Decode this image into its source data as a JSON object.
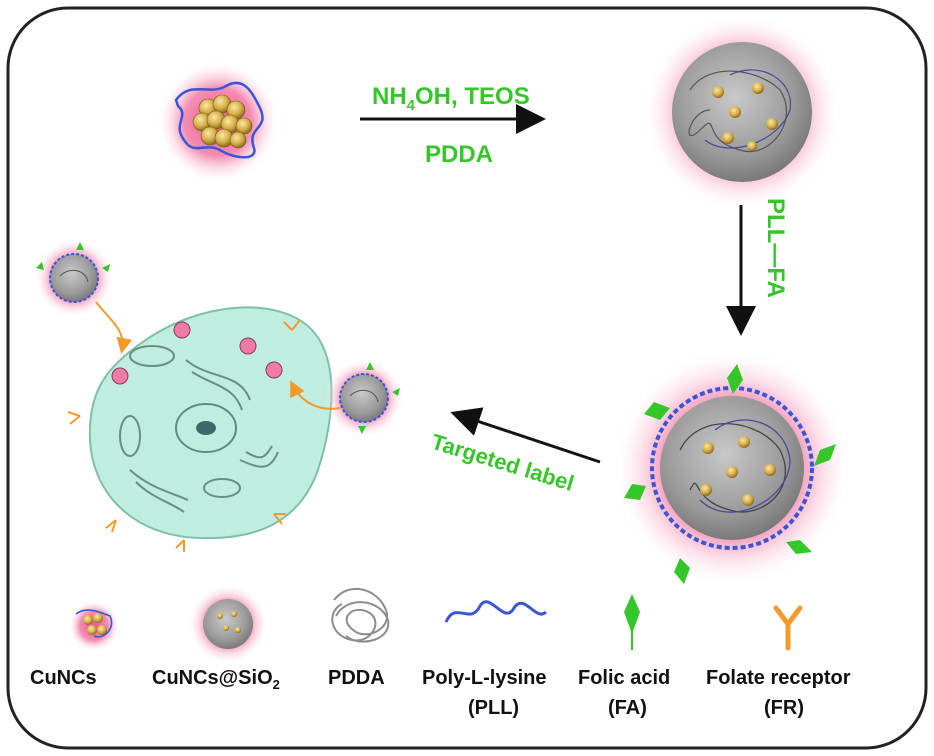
{
  "reaction_step1": {
    "line1": "NH",
    "sub1": "4",
    "line1b": "OH, TEOS",
    "line2": "PDDA"
  },
  "reaction_step2": {
    "label": "PLL—FA"
  },
  "reaction_step3": {
    "label": "Targeted label"
  },
  "legend": {
    "cuncs": "CuNCs",
    "cuncs_sio2_a": "CuNCs@SiO",
    "cuncs_sio2_sub": "2",
    "pdda": "PDDA",
    "pll_line1": "Poly-L-lysine",
    "pll_line2": "(PLL)",
    "fa_line1": "Folic acid",
    "fa_line2": "(FA)",
    "fr_line1": "Folate receptor",
    "fr_line2": "(FR)"
  },
  "colors": {
    "label_green": "#35c729",
    "glow_pink": "#f0508c",
    "cell_fill": "#bfeee0",
    "pll_blue": "#3a55d6",
    "fa_green": "#35c729",
    "fr_orange": "#f39a2a",
    "silica_gray": "#8f8f8f",
    "gold": "#c9a23c"
  }
}
